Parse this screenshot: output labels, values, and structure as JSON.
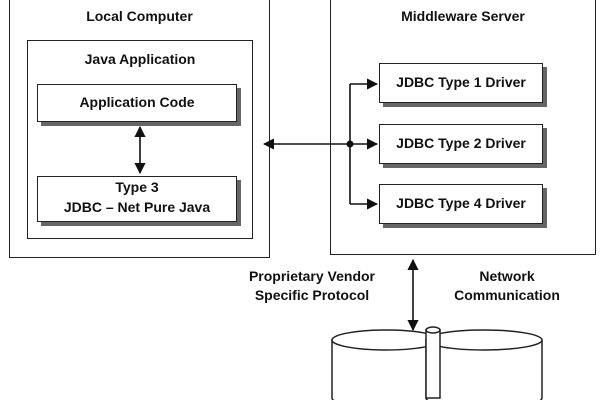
{
  "local_computer": {
    "title": "Local Computer",
    "java_application": {
      "title": "Java Application",
      "application_code": "Application Code",
      "type3_line1": "Type 3",
      "type3_line2": "JDBC – Net Pure Java"
    }
  },
  "middleware_server": {
    "title": "Middleware Server",
    "drivers": [
      "JDBC Type 1 Driver",
      "JDBC Type 2 Driver",
      "JDBC Type 4 Driver"
    ]
  },
  "labels": {
    "protocol_line1": "Proprietary Vendor",
    "protocol_line2": "Specific  Protocol",
    "network_line1": "Network",
    "network_line2": "Communication"
  },
  "icons": [
    "database-icon"
  ]
}
